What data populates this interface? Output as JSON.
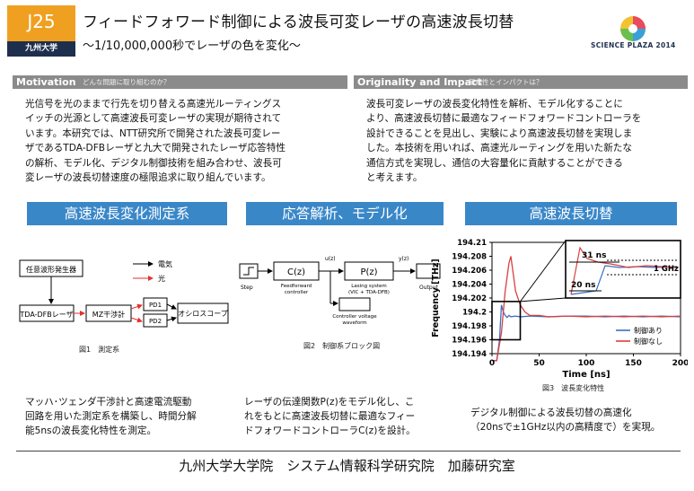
{
  "header": {
    "badge_id": "J25",
    "badge_university": "九州大学",
    "title": "フィードフォワード制御による波長可変レーザの高速波長切替",
    "subtitle": "〜1/10,000,000秒でレーザの色を変化〜",
    "logo_text": "SCIENCE PLAZA 2014"
  },
  "motivation": {
    "title": "Motivation",
    "sub": "どんな問題に取り組むのか？",
    "lines": [
      "光信号を光のままで行先を切り替える高速光ルーティングス",
      "イッチの光源として高速波長可変レーザの実現が期待されて",
      "います。本研究では、NTT研究所で開発された波長可変レー",
      "ザであるTDA-DFBレーザと九大で開発されたレーザ応答特性",
      "の解析、モデル化、デジタル制御技術を組み合わせ、波長可",
      "変レーザの波長切替速度の極限追求に取り組んでいます。"
    ]
  },
  "originality": {
    "title": "Originality and Impact",
    "sub": "新規性とインパクトは？",
    "lines": [
      "波長可変レーザの波長変化特性を解析、モデル化することに",
      "より、高速波長切替に最適なフィードフォワードコントローラを",
      "設計できることを見出し、実験により高速波長切替を実現しま",
      "した。本技術を用いれば、高速光ルーティングを用いた新たな",
      "通信方式を実現し、通信の大容量化に貢献することができる",
      "と考えます。"
    ]
  },
  "sections": {
    "measure": "高速波長変化測定系",
    "model": "応答解析、モデル化",
    "switch": "高速波長切替"
  },
  "fig1": {
    "src_label": "任意波形発生器",
    "laser_label": "TDA-DFBレーザ",
    "mz_label": "MZ干渉計",
    "pd1": "PD1",
    "pd2": "PD2",
    "scope_label": "オシロスコープ",
    "legend_elec": "電気",
    "legend_light": "光",
    "caption": "図1　測定系"
  },
  "fig2": {
    "step": "Step",
    "cz": "C(z)",
    "cz_sub1": "Feedforward",
    "cz_sub2": "controller",
    "uz": "u(z)",
    "pz": "P(z)",
    "pz_sub1": "Lasing system",
    "pz_sub2": "(VIC + TDA-DFB)",
    "yz": "y(z)",
    "output": "Output",
    "cv1": "Controller voltage",
    "cv2": "waveform",
    "caption": "図2　制御系ブロック図"
  },
  "chart_data": {
    "type": "line",
    "xlabel": "Time [ns]",
    "ylabel": "Frequency [THz]",
    "xlim": [
      0,
      200
    ],
    "ylim": [
      194.194,
      194.21
    ],
    "xticks": [
      "0",
      "50",
      "100",
      "150",
      "200"
    ],
    "yticks": [
      "194.21",
      "194.208",
      "194.206",
      "194.204",
      "194.202",
      "194.2",
      "194.198",
      "194.196",
      "194.194"
    ],
    "series": [
      {
        "name": "制御あり",
        "color": "#3a6fbf",
        "x": [
          0,
          5,
          8,
          10,
          12,
          14,
          16,
          18,
          20,
          25,
          30,
          40,
          60,
          80,
          100,
          120,
          140,
          160,
          180,
          200
        ],
        "y": [
          194.193,
          194.193,
          194.196,
          194.201,
          194.2,
          194.1995,
          194.1992,
          194.1995,
          194.1993,
          194.1994,
          194.1993,
          194.1994,
          194.1993,
          194.1994,
          194.1994,
          194.1993,
          194.1994,
          194.1993,
          194.1994,
          194.1993
        ]
      },
      {
        "name": "制御なし",
        "color": "#d94040",
        "x": [
          0,
          5,
          10,
          14,
          18,
          20,
          22,
          25,
          30,
          35,
          40,
          50,
          60,
          80,
          100,
          120,
          140,
          160,
          180,
          200
        ],
        "y": [
          194.193,
          194.193,
          194.197,
          194.203,
          194.207,
          194.208,
          194.206,
          194.203,
          194.201,
          194.2,
          194.1995,
          194.1995,
          194.1993,
          194.1994,
          194.1993,
          194.1994,
          194.1993,
          194.1994,
          194.1993,
          194.1994
        ]
      }
    ],
    "inset_labels": [
      "31 ns",
      "20 ns",
      "1 GHz"
    ]
  },
  "fig3": {
    "caption": "図3　波長変化特性"
  },
  "bottom": {
    "left": [
      "マッハ･ツェンダ干渉計と高速電流駆動",
      "回路を用いた測定系を構築し、時間分解",
      "能5nsの波長変化特性を測定。"
    ],
    "mid": [
      "レーザの伝達関数P(z)をモデル化し、こ",
      "れをもとに高速波長切替に最適なフィー",
      "ドフォワードコントローラC(z)を設計。"
    ],
    "right": [
      "デジタル制御による波長切替の高速化",
      "（20nsで±1GHz以内の高精度で）を実現。"
    ]
  },
  "footer": "九州大学大学院　システム情報科学研究院　加藤研究室"
}
